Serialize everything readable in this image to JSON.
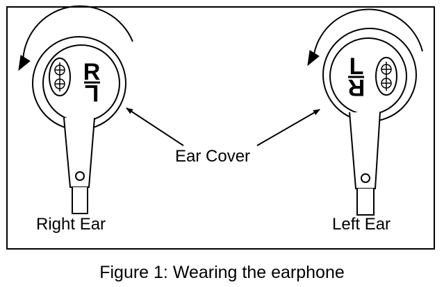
{
  "figure": {
    "caption": "Figure 1:  Wearing the earphone"
  },
  "labels": {
    "ear_cover": "Ear Cover",
    "right_ear": "Right Ear",
    "left_ear": "Left Ear"
  },
  "markings": {
    "right_earphone": {
      "top": "R",
      "bottom": "L"
    },
    "left_earphone": {
      "top": "L",
      "bottom": "R"
    }
  }
}
